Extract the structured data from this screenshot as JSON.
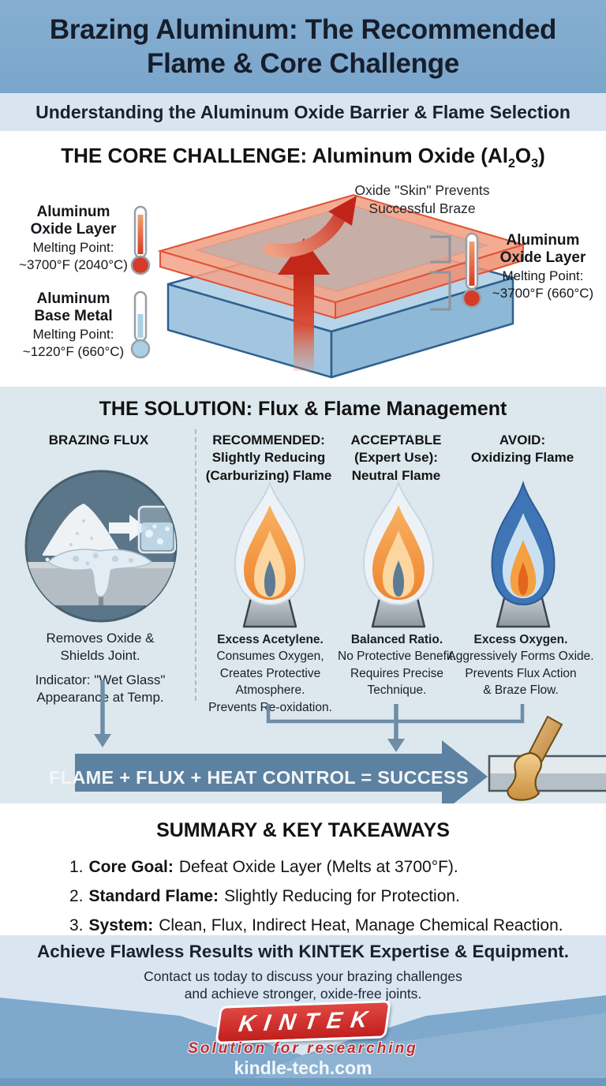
{
  "header": {
    "title_line1": "Brazing Aluminum: The Recommended",
    "title_line2": "Flame & Core Challenge",
    "subtitle": "Understanding the Aluminum Oxide Barrier & Flame Selection"
  },
  "core_challenge": {
    "heading_prefix": "THE CORE CHALLENGE: Aluminum Oxide (Al",
    "heading_sub1": "2",
    "heading_mid": "O",
    "heading_sub2": "3",
    "heading_suffix": ")",
    "skin_note_line1": "Oxide \"Skin\" Prevents",
    "skin_note_line2": "Successful Braze",
    "oxide_left_label": {
      "line1": "Aluminum",
      "line2": "Oxide Layer",
      "line3": "Melting Point:",
      "line4": "~3700°F (2040°C)"
    },
    "base_left_label": {
      "line1": "Aluminum",
      "line2": "Base Metal",
      "line3": "Melting Point:",
      "line4": "~1220°F (660°C)"
    },
    "oxide_right_label": {
      "line1": "Aluminum",
      "line2": "Oxide Layer",
      "line3": "Melting Point:",
      "line4": "~3700°F (660°C)"
    }
  },
  "solution": {
    "heading": "THE SOLUTION: Flux & Flame Management",
    "flux": {
      "header": "BRAZING FLUX",
      "desc1_line1": "Removes Oxide &",
      "desc1_line2": "Shields Joint.",
      "desc2_line1": "Indicator: \"Wet Glass\"",
      "desc2_line2": "Appearance at Temp."
    },
    "flames": [
      {
        "header_line1": "RECOMMENDED:",
        "header_line2": "Slightly Reducing",
        "header_line3": "(Carburizing) Flame",
        "desc_bold": "Excess Acetylene.",
        "desc_line1": "Consumes Oxygen,",
        "desc_line2": "Creates Protective",
        "desc_line3": "Atmosphere.",
        "desc_line4": "Prevents Re-oxidation."
      },
      {
        "header_line1": "ACCEPTABLE",
        "header_line2": "(Expert Use):",
        "header_line3": "Neutral Flame",
        "desc_bold": "Balanced Ratio.",
        "desc_line1": "No Protective Benefit.",
        "desc_line2": "Requires Precise",
        "desc_line3": "Technique."
      },
      {
        "header_line1": "AVOID:",
        "header_line2": "Oxidizing Flame",
        "desc_bold": "Excess Oxygen.",
        "desc_line1": "Aggressively Forms Oxide.",
        "desc_line2": "Prevents Flux Action",
        "desc_line3": "& Braze Flow."
      }
    ],
    "banner_text": "FLAME + FLUX + HEAT CONTROL = SUCCESS"
  },
  "summary": {
    "heading": "SUMMARY & KEY TAKEAWAYS",
    "items": [
      {
        "num": "1.",
        "label": "Core Goal:",
        "text": "Defeat Oxide Layer (Melts at 3700°F)."
      },
      {
        "num": "2.",
        "label": "Standard Flame:",
        "text": "Slightly Reducing for Protection."
      },
      {
        "num": "3.",
        "label": "System:",
        "text": "Clean, Flux, Indirect Heat, Manage Chemical Reaction."
      }
    ]
  },
  "footer": {
    "heading": "Achieve Flawless Results with KINTEK Expertise & Equipment.",
    "contact_line1": "Contact us today to discuss your brazing challenges",
    "contact_line2": "and achieve stronger, oxide-free joints.",
    "logo_text": "KINTEK",
    "logo_tagline": "Solution for researching",
    "website": "kindle-tech.com"
  },
  "colors": {
    "header_bg": "#7fa9cd",
    "subtitle_bg": "#d8e5f0",
    "solution_bg": "#dde7ee",
    "banner_arrow": "#5d81a0",
    "flame_orange": "#f49d3f",
    "flame_blue": "#3f74b5",
    "oxide_red": "#e05535",
    "base_metal_blue": "#a9cbe3",
    "logo_red": "#cf2b2b",
    "footer_blue": "#7ea8cc"
  }
}
